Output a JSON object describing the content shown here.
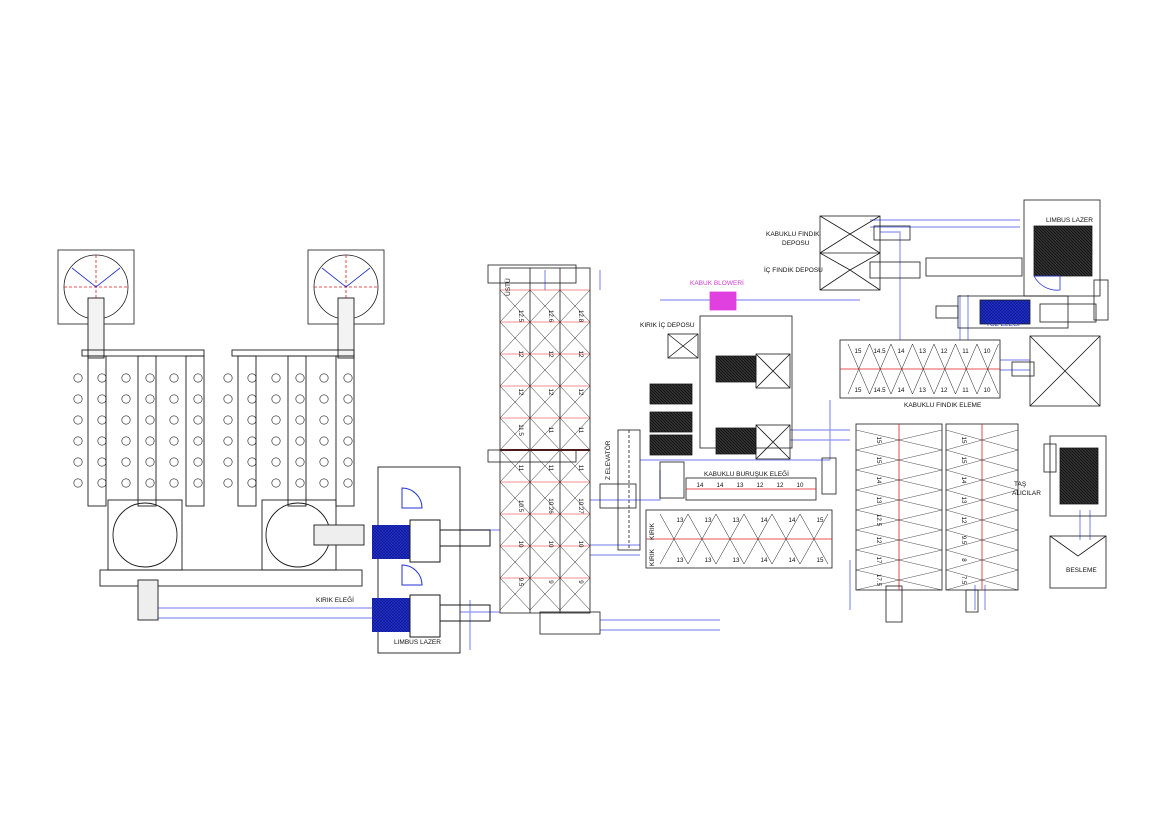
{
  "labels": {
    "kabuklu_findik_deposu_1": "KABUKLU FINDIK",
    "kabuklu_findik_deposu_2": "DEPOSU",
    "ic_findik_deposu": "İÇ FINDIK DEPOSU",
    "limbus_lazer_top": "LIMBUS LAZER",
    "kabuk_bloweri": "KABUK BLOWERİ",
    "kirik_ic_deposu": "KIRIK İÇ DEPOSU",
    "toz_elegi": "TOZ ELEĞİ",
    "kabuklu_findik_eleme": "KABUKLU FINDIK ELEME",
    "z_elevator": "Z ELEVATÖR",
    "kabuklu_burusuk_elegi": "KABUKLU BURUŞUK ELEĞİ",
    "tas_alicilar_1": "TAŞ",
    "tas_alicilar_2": "ALICILAR",
    "besleme": "BESLEME",
    "kirik_elegi": "KIRIK ELEĞİ",
    "limbus_lazer_bottom": "LIMBUS LAZER",
    "kirik_a": "KIRIK",
    "kirik_b": "KIRIK",
    "usti": "ÜSTÜ"
  },
  "sieve_numbers": {
    "tower_col1": [
      "12.5",
      "12",
      "12",
      "11.5",
      "11",
      "10.5",
      "10",
      "9.5"
    ],
    "tower_col2": [
      "12.6",
      "12",
      "12",
      "11",
      "11",
      "10.26",
      "10",
      "9"
    ],
    "tower_col3": [
      "12.8",
      "12",
      "12",
      "11",
      "11",
      "10.27",
      "10",
      "9"
    ],
    "eleme_row1": [
      "15",
      "14.5",
      "14",
      "13",
      "12",
      "11",
      "10"
    ],
    "eleme_row2": [
      "15",
      "14.5",
      "14",
      "13",
      "12",
      "11",
      "10"
    ],
    "burusuk_row": [
      "14",
      "14",
      "13",
      "12",
      "12",
      "10"
    ],
    "lower_row1": [
      "13",
      "13",
      "13",
      "14",
      "14",
      "15"
    ],
    "lower_row2": [
      "13",
      "13",
      "13",
      "14",
      "14",
      "15"
    ],
    "grid1_col": [
      "15",
      "15",
      "14",
      "13",
      "12.5",
      "12",
      "17",
      "17.5"
    ],
    "grid2_col": [
      "15",
      "15",
      "14",
      "13",
      "12",
      "9.5",
      "8",
      "7.5"
    ]
  },
  "colors": {
    "line": "#1a1a1a",
    "accent_blue": "#2433d6",
    "pale_blue": "#8c95f0",
    "red_center": "#e01e1e",
    "magenta": "#e040e0",
    "pink_blower": "#e040e0"
  }
}
